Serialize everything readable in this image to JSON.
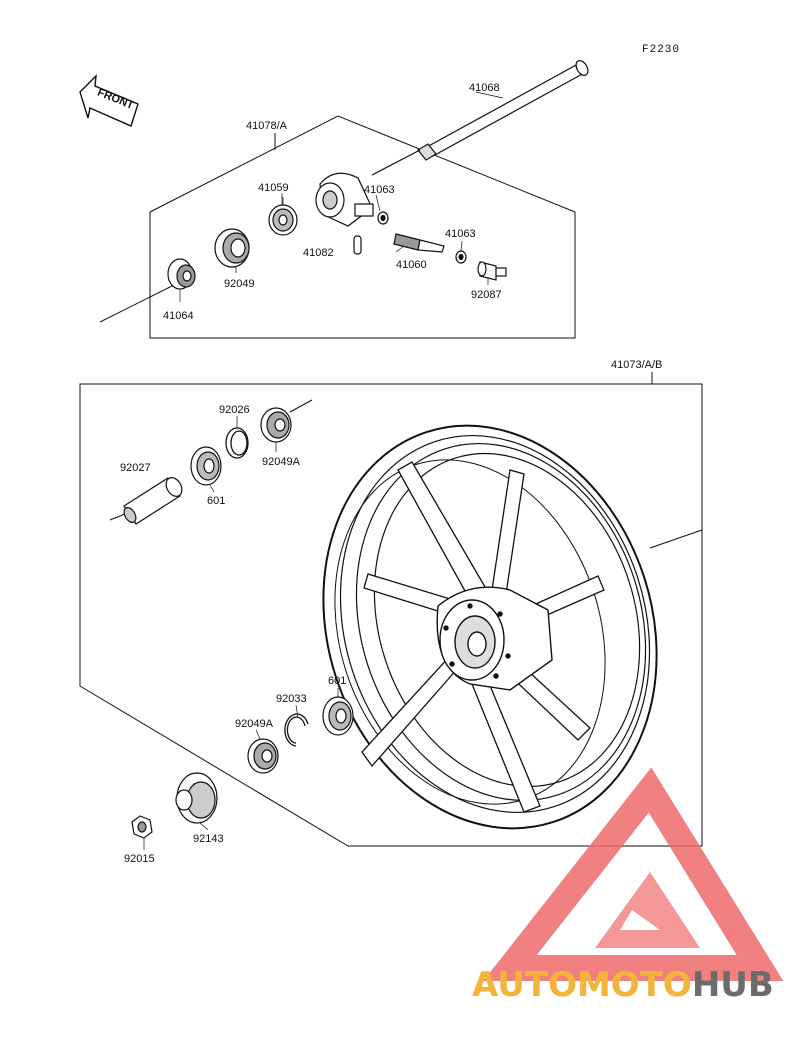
{
  "figure_code": "F2230",
  "direction_label": "FRONT",
  "parts": [
    {
      "id": "p41068",
      "number": "41068"
    },
    {
      "id": "p41078",
      "number": "41078/A"
    },
    {
      "id": "p41059",
      "number": "41059"
    },
    {
      "id": "p41063a",
      "number": "41063"
    },
    {
      "id": "p41082",
      "number": "41082"
    },
    {
      "id": "p41063b",
      "number": "41063"
    },
    {
      "id": "p41060",
      "number": "41060"
    },
    {
      "id": "p92049",
      "number": "92049"
    },
    {
      "id": "p92087",
      "number": "92087"
    },
    {
      "id": "p41064",
      "number": "41064"
    },
    {
      "id": "p41073",
      "number": "41073/A/B"
    },
    {
      "id": "p92026",
      "number": "92026"
    },
    {
      "id": "p92027",
      "number": "92027"
    },
    {
      "id": "p92049A1",
      "number": "92049A"
    },
    {
      "id": "p601a",
      "number": "601"
    },
    {
      "id": "p601b",
      "number": "601"
    },
    {
      "id": "p92033",
      "number": "92033"
    },
    {
      "id": "p92049A2",
      "number": "92049A"
    },
    {
      "id": "p92143",
      "number": "92143"
    },
    {
      "id": "p92015",
      "number": "92015"
    }
  ],
  "watermark": {
    "auto": "AUTOMOTO",
    "hub": "HUB",
    "colors": {
      "triangle": "#ef6b6b",
      "auto": "#f4b33a",
      "hub": "#6b6b6b"
    }
  }
}
